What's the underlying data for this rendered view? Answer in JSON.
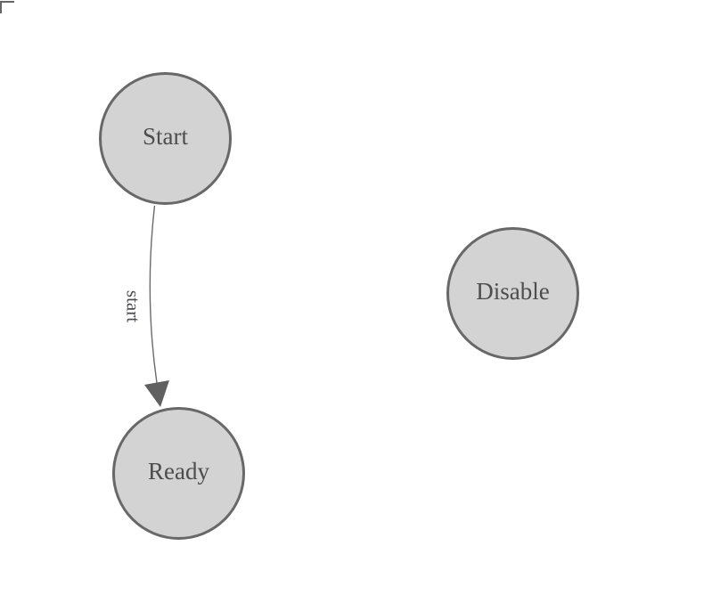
{
  "diagram": {
    "type": "state-machine",
    "nodes": [
      {
        "id": "start",
        "label": "Start"
      },
      {
        "id": "ready",
        "label": "Ready"
      },
      {
        "id": "disable",
        "label": "Disable"
      }
    ],
    "edges": [
      {
        "from": "start",
        "to": "ready",
        "label": "start"
      }
    ]
  },
  "colors": {
    "canvas-bg": "#ffffff",
    "node-fill": "#d3d3d3",
    "node-stroke": "#686868",
    "node-text": "#4d4d4d",
    "edge-stroke": "#6b6b6b",
    "arrowhead-fill": "#606060",
    "edge-label-text": "#4a4a52",
    "corner-mark": "#666666"
  }
}
